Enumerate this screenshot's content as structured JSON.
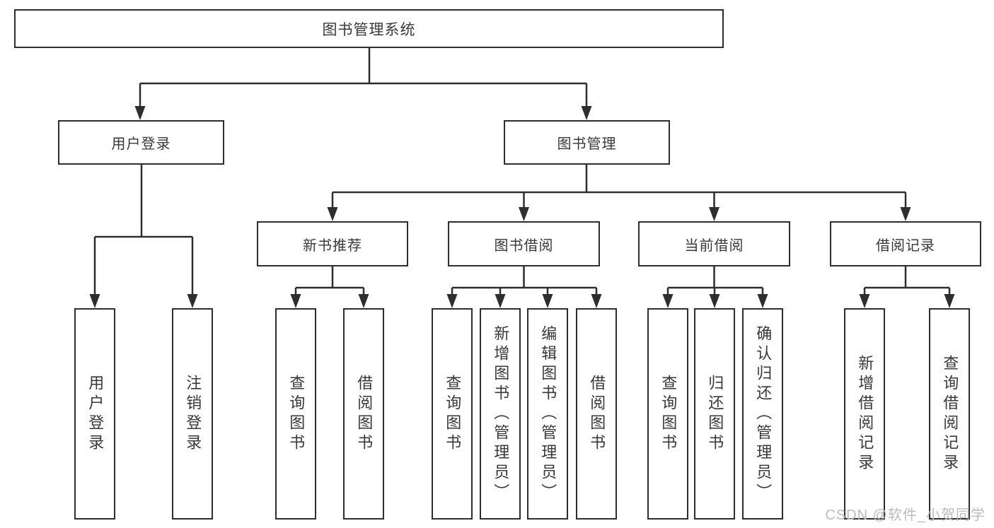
{
  "tree": {
    "label": "图书管理系统",
    "children": [
      {
        "label": "用户登录",
        "children": [
          {
            "label": "用户登录"
          },
          {
            "label": "注销登录"
          }
        ]
      },
      {
        "label": "图书管理",
        "children": [
          {
            "label": "新书推荐",
            "children": [
              {
                "label": "查询图书"
              },
              {
                "label": "借阅图书"
              }
            ]
          },
          {
            "label": "图书借阅",
            "children": [
              {
                "label": "查询图书"
              },
              {
                "label": "新增图书（管理员）"
              },
              {
                "label": "编辑图书（管理员）"
              },
              {
                "label": "借阅图书"
              }
            ]
          },
          {
            "label": "当前借阅",
            "children": [
              {
                "label": "查询图书"
              },
              {
                "label": "归还图书"
              },
              {
                "label": "确认归还（管理员）"
              }
            ]
          },
          {
            "label": "借阅记录",
            "children": [
              {
                "label": "新增借阅记录"
              },
              {
                "label": "查询借阅记录"
              }
            ]
          }
        ]
      }
    ]
  },
  "watermark": {
    "text": "CSDN @软件_小贺同学"
  },
  "colors": {
    "line": "#2e2e2e",
    "box_border": "#2e2e2e",
    "text": "#383838",
    "background": "#ffffff",
    "watermark": "#bcbcbc"
  }
}
